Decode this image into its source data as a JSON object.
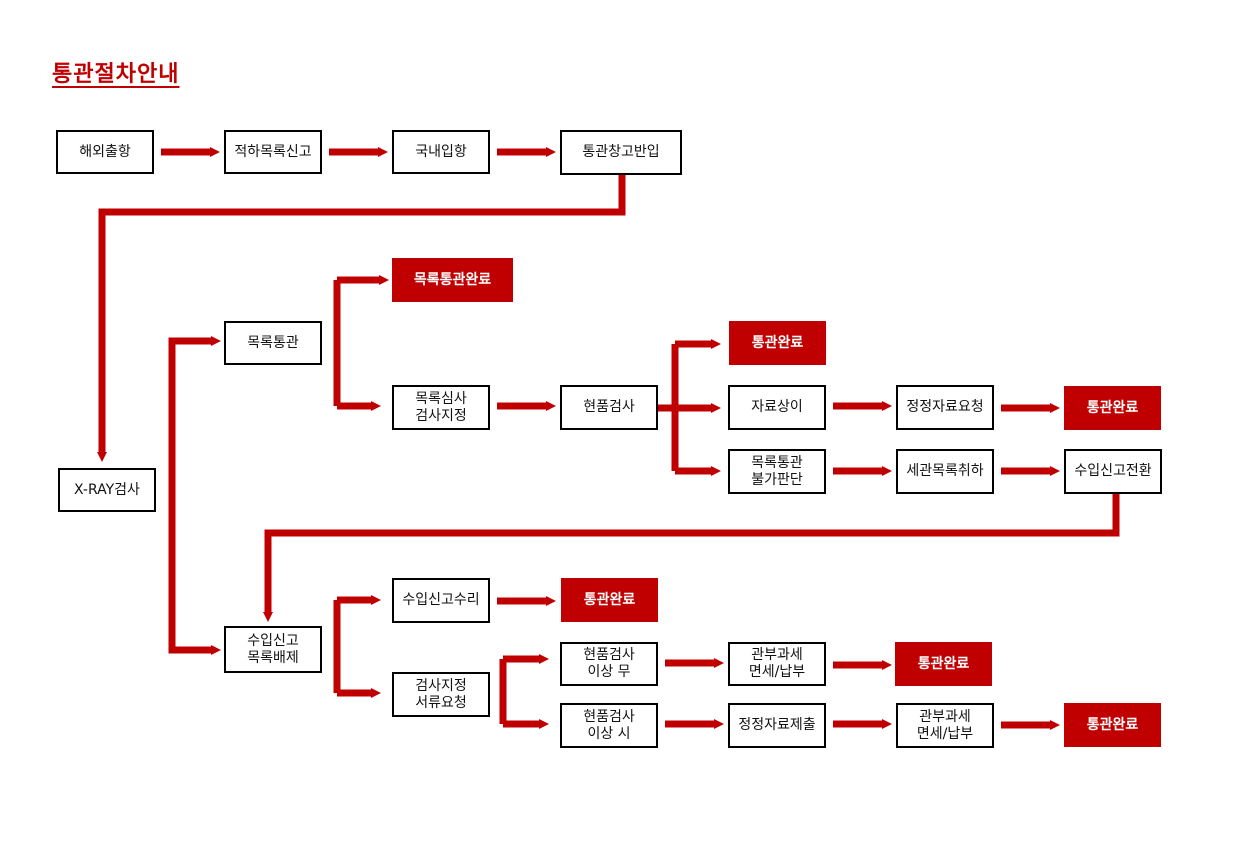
{
  "title": "통관절차안내",
  "colors": {
    "accent": "#c00000",
    "box_border": "#000000",
    "box_fill": "#ffffff"
  },
  "nodes": {
    "overseas_departure": "해외출항",
    "manifest_report": "적하목록신고",
    "domestic_arrival": "국내입항",
    "bonded_warehouse_entry": "통관창고반입",
    "xray_inspection": "X-RAY검사",
    "list_clearance": "목록통관",
    "list_clearance_complete": "목록통관완료",
    "list_review": "목록심사\n검사지정",
    "physical_inspection": "현품검사",
    "clearance_complete_a": "통관완료",
    "data_mismatch": "자료상이",
    "correction_request": "정정자료요청",
    "clearance_complete_b": "통관완료",
    "list_clearance_not_possible": "목록통관\n불가판단",
    "customs_list_withdrawal": "세관목록취하",
    "import_declaration_conversion": "수입신고전환",
    "import_declaration_list_exclusion": "수입신고\n목록배제",
    "import_declaration_acceptance": "수입신고수리",
    "clearance_complete_c": "통관완료",
    "inspection_document_request": "검사지정\n서류요청",
    "inspection_no_issue": "현품검사\n이상 무",
    "inspection_issue": "현품검사\n이상 시",
    "tax_exempt_pay_a": "관부과세\n면세/납부",
    "clearance_complete_d": "통관완료",
    "correction_submission": "정정자료제출",
    "tax_exempt_pay_b": "관부과세\n면세/납부",
    "clearance_complete_e": "통관완료"
  }
}
